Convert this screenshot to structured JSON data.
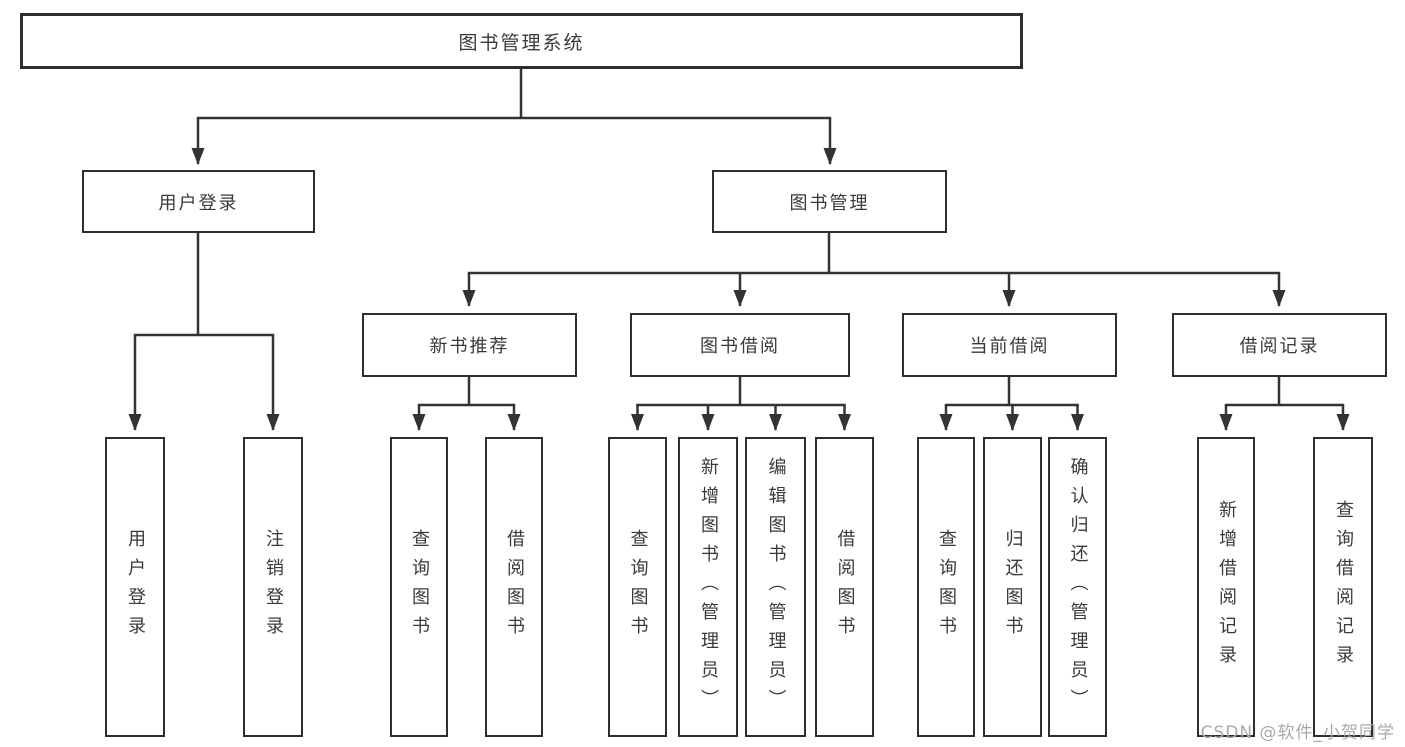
{
  "title": "图书管理系统",
  "watermark": "CSDN @软件_小贺同学",
  "colors": {
    "line": "#333333",
    "box_border": "#2e2e2e",
    "text": "#3a3a3a",
    "watermark_text": "#a9a9a9",
    "background": "#ffffff"
  },
  "tree": {
    "label": "图书管理系统",
    "children": [
      {
        "label": "用户登录",
        "children": [
          {
            "label": "用户登录"
          },
          {
            "label": "注销登录"
          }
        ]
      },
      {
        "label": "图书管理",
        "children": [
          {
            "label": "新书推荐",
            "children": [
              {
                "label": "查询图书"
              },
              {
                "label": "借阅图书"
              }
            ]
          },
          {
            "label": "图书借阅",
            "children": [
              {
                "label": "查询图书"
              },
              {
                "label": "新增图书（管理员）"
              },
              {
                "label": "编辑图书（管理员）"
              },
              {
                "label": "借阅图书"
              }
            ]
          },
          {
            "label": "当前借阅",
            "children": [
              {
                "label": "查询图书"
              },
              {
                "label": "归还图书"
              },
              {
                "label": "确认归还（管理员）"
              }
            ]
          },
          {
            "label": "借阅记录",
            "children": [
              {
                "label": "新增借阅记录"
              },
              {
                "label": "查询借阅记录"
              }
            ]
          }
        ]
      }
    ]
  }
}
